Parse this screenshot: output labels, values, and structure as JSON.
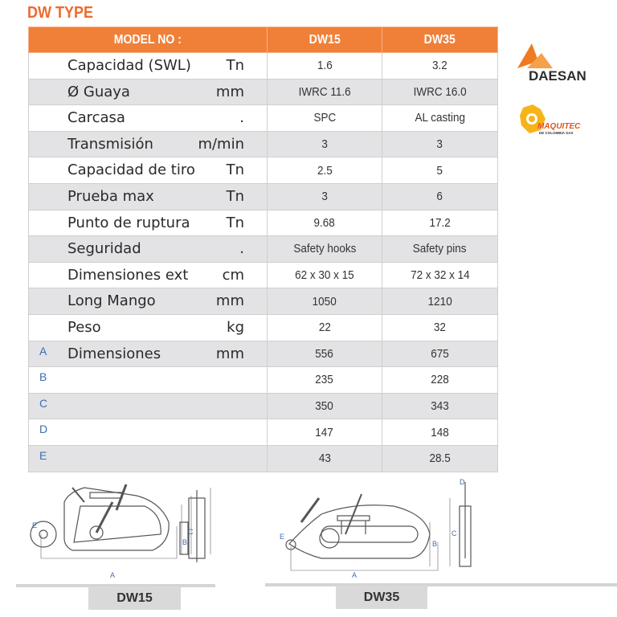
{
  "title": "DW TYPE",
  "header": {
    "model_label": "MODEL NO :",
    "models": [
      "DW15",
      "DW35"
    ]
  },
  "rows": [
    {
      "letter": "",
      "name": "Capacidad (SWL)",
      "unit": "Tn",
      "dw15": "1.6",
      "dw35": "3.2"
    },
    {
      "letter": "",
      "name": "Ø  Guaya",
      "unit": "mm",
      "dw15": "IWRC 11.6",
      "dw35": "IWRC 16.0"
    },
    {
      "letter": "",
      "name": "Carcasa",
      "unit": ".",
      "dw15": "SPC",
      "dw35": "AL casting"
    },
    {
      "letter": "",
      "name": "Transmisión",
      "unit": "m/min",
      "dw15": "3",
      "dw35": "3"
    },
    {
      "letter": "",
      "name": "Capacidad de tiro",
      "unit": "Tn",
      "dw15": "2.5",
      "dw35": "5"
    },
    {
      "letter": "",
      "name": "Prueba max",
      "unit": "Tn",
      "dw15": "3",
      "dw35": "6"
    },
    {
      "letter": "",
      "name": "Punto de ruptura",
      "unit": "Tn",
      "dw15": "9.68",
      "dw35": "17.2"
    },
    {
      "letter": "",
      "name": "Seguridad",
      "unit": ".",
      "dw15": "Safety hooks",
      "dw35": "Safety pins"
    },
    {
      "letter": "",
      "name": "Dimensiones ext",
      "unit": "cm",
      "dw15": "62 x 30 x 15",
      "dw35": "72 x 32 x 14"
    },
    {
      "letter": "",
      "name": "Long  Mango",
      "unit": "mm",
      "dw15": "1050",
      "dw35": "1210"
    },
    {
      "letter": "",
      "name": "Peso",
      "unit": "kg",
      "dw15": "22",
      "dw35": "32"
    },
    {
      "letter": "A",
      "name": "Dimensiones",
      "unit": "mm",
      "dw15": "556",
      "dw35": "675"
    },
    {
      "letter": "B",
      "name": "",
      "unit": "",
      "dw15": "235",
      "dw35": "228"
    },
    {
      "letter": "C",
      "name": "",
      "unit": "",
      "dw15": "350",
      "dw35": "343"
    },
    {
      "letter": "D",
      "name": "",
      "unit": "",
      "dw15": "147",
      "dw35": "148"
    },
    {
      "letter": "E",
      "name": "",
      "unit": "",
      "dw15": "43",
      "dw35": "28.5"
    }
  ],
  "logos": {
    "daesan": "DAESAN",
    "maquitec": "MAQUITEC",
    "maquitec_sub": "DE COLOMBIA SAS"
  },
  "drawings": {
    "dim_labels": {
      "a": "A",
      "b": "B",
      "c": "C",
      "d": "D",
      "e": "E"
    },
    "captions": [
      "DW15",
      "DW35"
    ]
  },
  "colors": {
    "accent": "#f08038",
    "title": "#ee6a2c",
    "dim": "#3b6fb0"
  }
}
